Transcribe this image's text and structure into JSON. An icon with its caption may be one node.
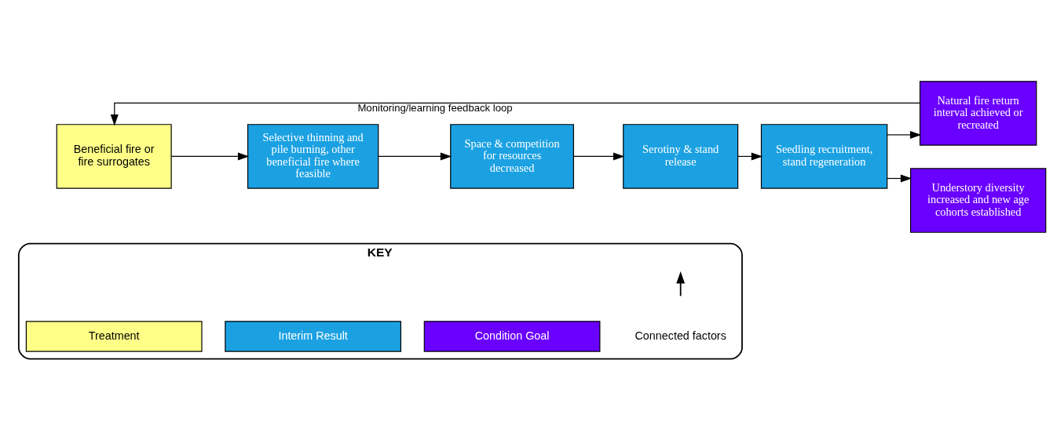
{
  "diagram": {
    "nodes": [
      {
        "text": [
          "KEY"
        ]
      },
      {
        "text": [
          "Beneficial fire or fire surrogates"
        ]
      },
      {
        "text": [
          "Selective thinning and pile burning, other beneficial fire where feasible"
        ]
      },
      {
        "text": [
          "Space & competition for resources decreased"
        ]
      },
      {
        "text": [
          "Serotiny & stand release"
        ]
      },
      {
        "text": [
          "Seedling recruitment, stand regeneration"
        ]
      },
      {
        "text": [
          "Natural fire return interval achieved or recreated"
        ]
      },
      {
        "text": [
          "Understory diversity increased and new age cohorts established"
        ]
      }
    ],
    "edges": [
      {
        "from": 6,
        "to": 1,
        "arrow": "to",
        "label": "Monitoring/learning feedback loop"
      },
      {
        "from": 1,
        "to": 2,
        "arrow": "to"
      },
      {
        "from": 2,
        "to": 3,
        "arrow": "to"
      },
      {
        "from": 3,
        "to": 4,
        "arrow": "to"
      },
      {
        "from": 4,
        "to": 5,
        "arrow": "to"
      },
      {
        "from": 5,
        "to": 6,
        "arrow": "to"
      },
      {
        "from": 5,
        "to": 7,
        "arrow": "to"
      }
    ],
    "legend": [
      {
        "text": "Treatment",
        "color": "#ffff88"
      },
      {
        "text": "Interim Result",
        "color": "#1ba1e2"
      },
      {
        "text": "Condition Goal",
        "color": "#6a00ff"
      },
      {
        "text": "Connected factors"
      }
    ]
  }
}
